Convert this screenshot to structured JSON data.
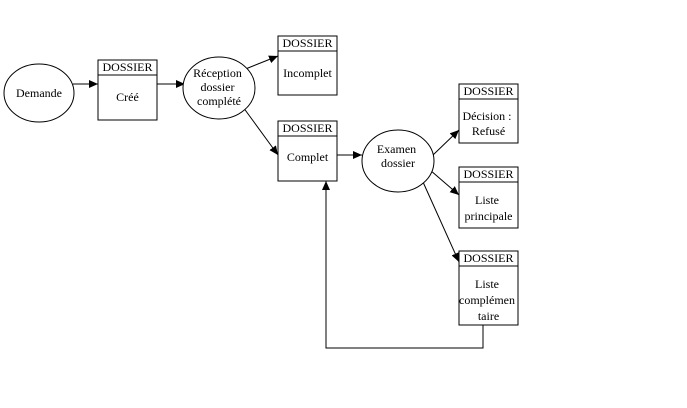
{
  "nodes": {
    "demande": {
      "lines": [
        "Demande"
      ]
    },
    "reception": {
      "lines": [
        "Réception",
        "dossier",
        "complété"
      ]
    },
    "examen": {
      "lines": [
        "Examen",
        "dossier"
      ]
    },
    "cree": {
      "header": "DOSSIER",
      "lines": [
        "Créé"
      ]
    },
    "incomplet": {
      "header": "DOSSIER",
      "lines": [
        "Incomplet"
      ]
    },
    "complet": {
      "header": "DOSSIER",
      "lines": [
        "Complet"
      ]
    },
    "refuse": {
      "header": "DOSSIER",
      "lines": [
        "Décision :",
        "Refusé"
      ]
    },
    "principale": {
      "header": "DOSSIER",
      "lines": [
        "Liste",
        "principale"
      ]
    },
    "complementaire": {
      "header": "DOSSIER",
      "lines": [
        "Liste",
        "complémen",
        "taire"
      ]
    }
  },
  "colors": {
    "stroke": "#000000",
    "background": "#ffffff"
  }
}
